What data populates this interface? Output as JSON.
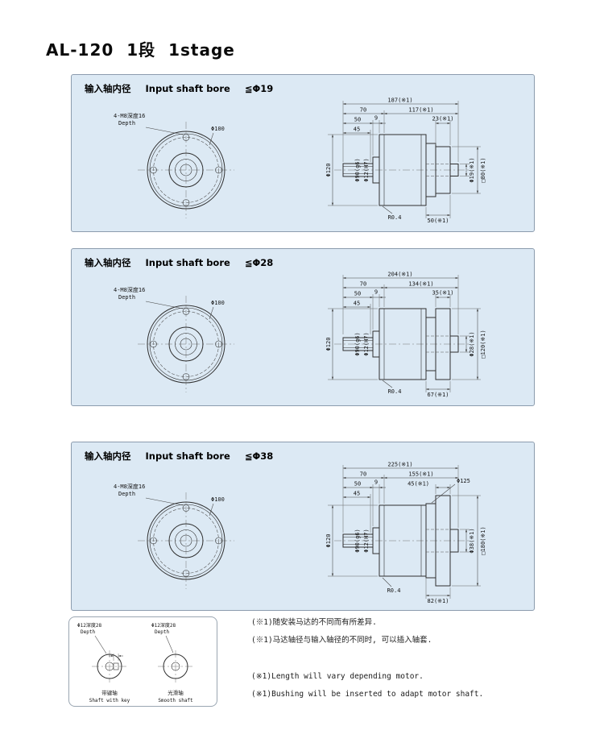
{
  "page": {
    "title": "AL-120 1段 1stage",
    "colors": {
      "panel_bg": "#dce9f4",
      "panel_border": "#8c9cae",
      "line": "#2f2f2f"
    }
  },
  "panels": [
    {
      "header": {
        "cn": "输入轴内径",
        "en": "Input shaft bore",
        "bore": "≦Φ19"
      },
      "front": {
        "bolt_note": "4-M8深度16",
        "depth_label": "Depth",
        "bolt_circle": "Φ100"
      },
      "dims": {
        "overall": "187(※1)",
        "seg_left": "70",
        "seg_right": "117(※1)",
        "adapter_thickness": "23(※1)",
        "bore_depth": "50",
        "lip": "9",
        "hub_length": "45",
        "body_dia": "Φ120",
        "pilot_dia": "Φ90(g6)",
        "bore_dia": "Φ12(H7)",
        "motor_bore": "Φ19(※1)",
        "square_flange": "□80(※1)",
        "pilot_length": "50(※1)",
        "fillet": "R0.4"
      }
    },
    {
      "header": {
        "cn": "输入轴内径",
        "en": "Input shaft bore",
        "bore": "≦Φ28"
      },
      "front": {
        "bolt_note": "4-M8深度16",
        "depth_label": "Depth",
        "bolt_circle": "Φ100"
      },
      "dims": {
        "overall": "204(※1)",
        "seg_left": "70",
        "seg_right": "134(※1)",
        "adapter_thickness": "35(※1)",
        "bore_depth": "50",
        "lip": "9",
        "hub_length": "45",
        "body_dia": "Φ120",
        "pilot_dia": "Φ90(g6)",
        "bore_dia": "Φ12(H7)",
        "motor_bore": "Φ28(※1)",
        "square_flange": "□120(※1)",
        "pilot_length": "67(※1)",
        "fillet": "R0.4"
      }
    },
    {
      "header": {
        "cn": "输入轴内径",
        "en": "Input shaft bore",
        "bore": "≦Φ38"
      },
      "front": {
        "bolt_note": "4-M8深度16",
        "depth_label": "Depth",
        "bolt_circle": "Φ100"
      },
      "dims": {
        "overall": "225(※1)",
        "seg_left": "70",
        "seg_right": "155(※1)",
        "adapter_thickness": "45(※1)",
        "bore_depth": "50",
        "lip": "9",
        "hub_length": "45",
        "body_dia": "Φ120",
        "pilot_dia": "Φ90(g6)",
        "bore_dia": "Φ12(H7)",
        "motor_bore": "Φ38(※1)",
        "square_flange": "□180(※1)",
        "pilot_length": "82(※1)",
        "fillet": "R0.4",
        "flange_dia": "Φ125"
      }
    }
  ],
  "shaft_panel": {
    "left": {
      "label": "Φ12深度28",
      "depth_label": "Depth",
      "caption_cn": "带键轴",
      "caption_en": "Shaft with key"
    },
    "right": {
      "label": "Φ12深度28",
      "depth_label": "Depth",
      "caption_cn": "光滑轴",
      "caption_en": "Smooth shaft"
    }
  },
  "notes": {
    "line1": "(※1)随安装马达的不同而有所差异.",
    "line2": "(※1)马达轴径与输入轴径的不同时, 可以插入轴套.",
    "line3": "(※1)Length will vary depending motor.",
    "line4": "(※1)Bushing will be inserted to adapt motor shaft."
  }
}
